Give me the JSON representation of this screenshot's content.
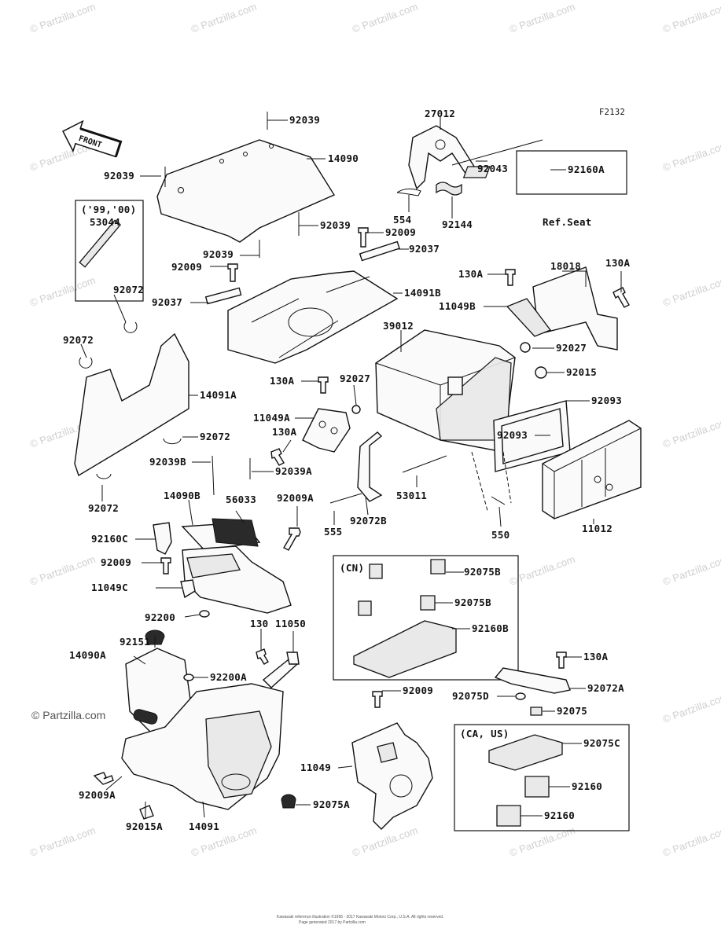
{
  "diagram_code": "F2132",
  "front_label": "FRONT",
  "watermark": "© Partzilla.com",
  "copyright_line1": "Kawasaki reference illustration ©1995 - 2017 Kawasaki Motors Corp., U.S.A. All rights reserved.",
  "copyright_line2": "Page generated 2017 by Partzilla.com",
  "boxes": {
    "years": "('99,'00)",
    "ref_seat": "Ref.Seat",
    "cn": "(CN)",
    "ca_us": "(CA, US)"
  },
  "labels": [
    "92039",
    "14090",
    "92039",
    "53044",
    "92039",
    "92039",
    "92009",
    "27012",
    "92043",
    "92160A",
    "554",
    "92144",
    "92009",
    "92037",
    "92037",
    "14091B",
    "130A",
    "18018",
    "130A",
    "11049B",
    "92072",
    "92072",
    "39012",
    "92027",
    "130A",
    "92027",
    "92015",
    "14091A",
    "92093",
    "11049A",
    "130A",
    "92093",
    "92072",
    "92039B",
    "92039A",
    "53011",
    "92072",
    "14090B",
    "56033",
    "92009A",
    "555",
    "92072B",
    "550",
    "92160C",
    "11012",
    "92009",
    "11049C",
    "92075B",
    "92200",
    "92075B",
    "130",
    "11050",
    "92151",
    "92160B",
    "14090A",
    "92200A",
    "130A",
    "92009",
    "92075D",
    "92072A",
    "92075",
    "92075C",
    "11049",
    "92009A",
    "92160",
    "92015A",
    "92075A",
    "14091",
    "92160"
  ]
}
